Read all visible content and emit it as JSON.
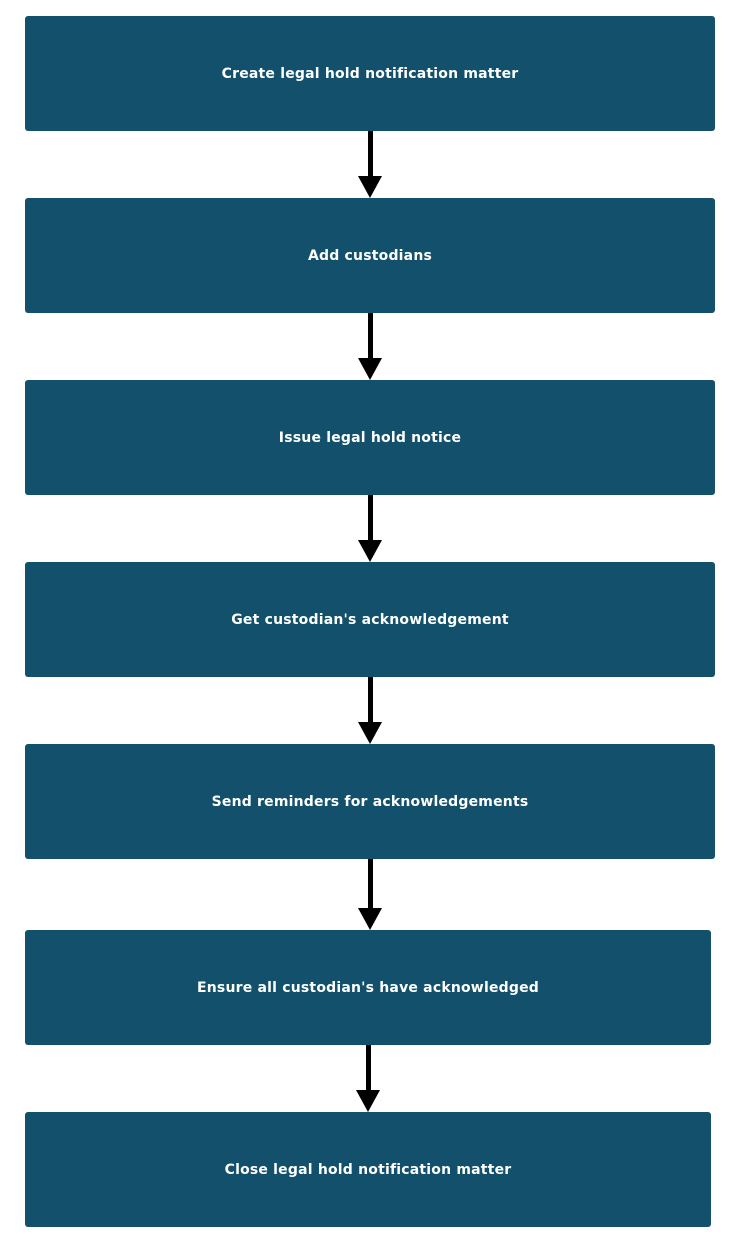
{
  "flowchart": {
    "steps": [
      "Create legal hold notification matter",
      "Add custodians",
      "Issue legal hold notice",
      "Get custodian's acknowledgement",
      "Send reminders for acknowledgements",
      "Ensure all custodian's have acknowledged",
      "Close legal hold notification matter"
    ],
    "colors": {
      "box_fill": "#13506b",
      "box_text": "#ffffff",
      "arrow": "#000000"
    }
  }
}
